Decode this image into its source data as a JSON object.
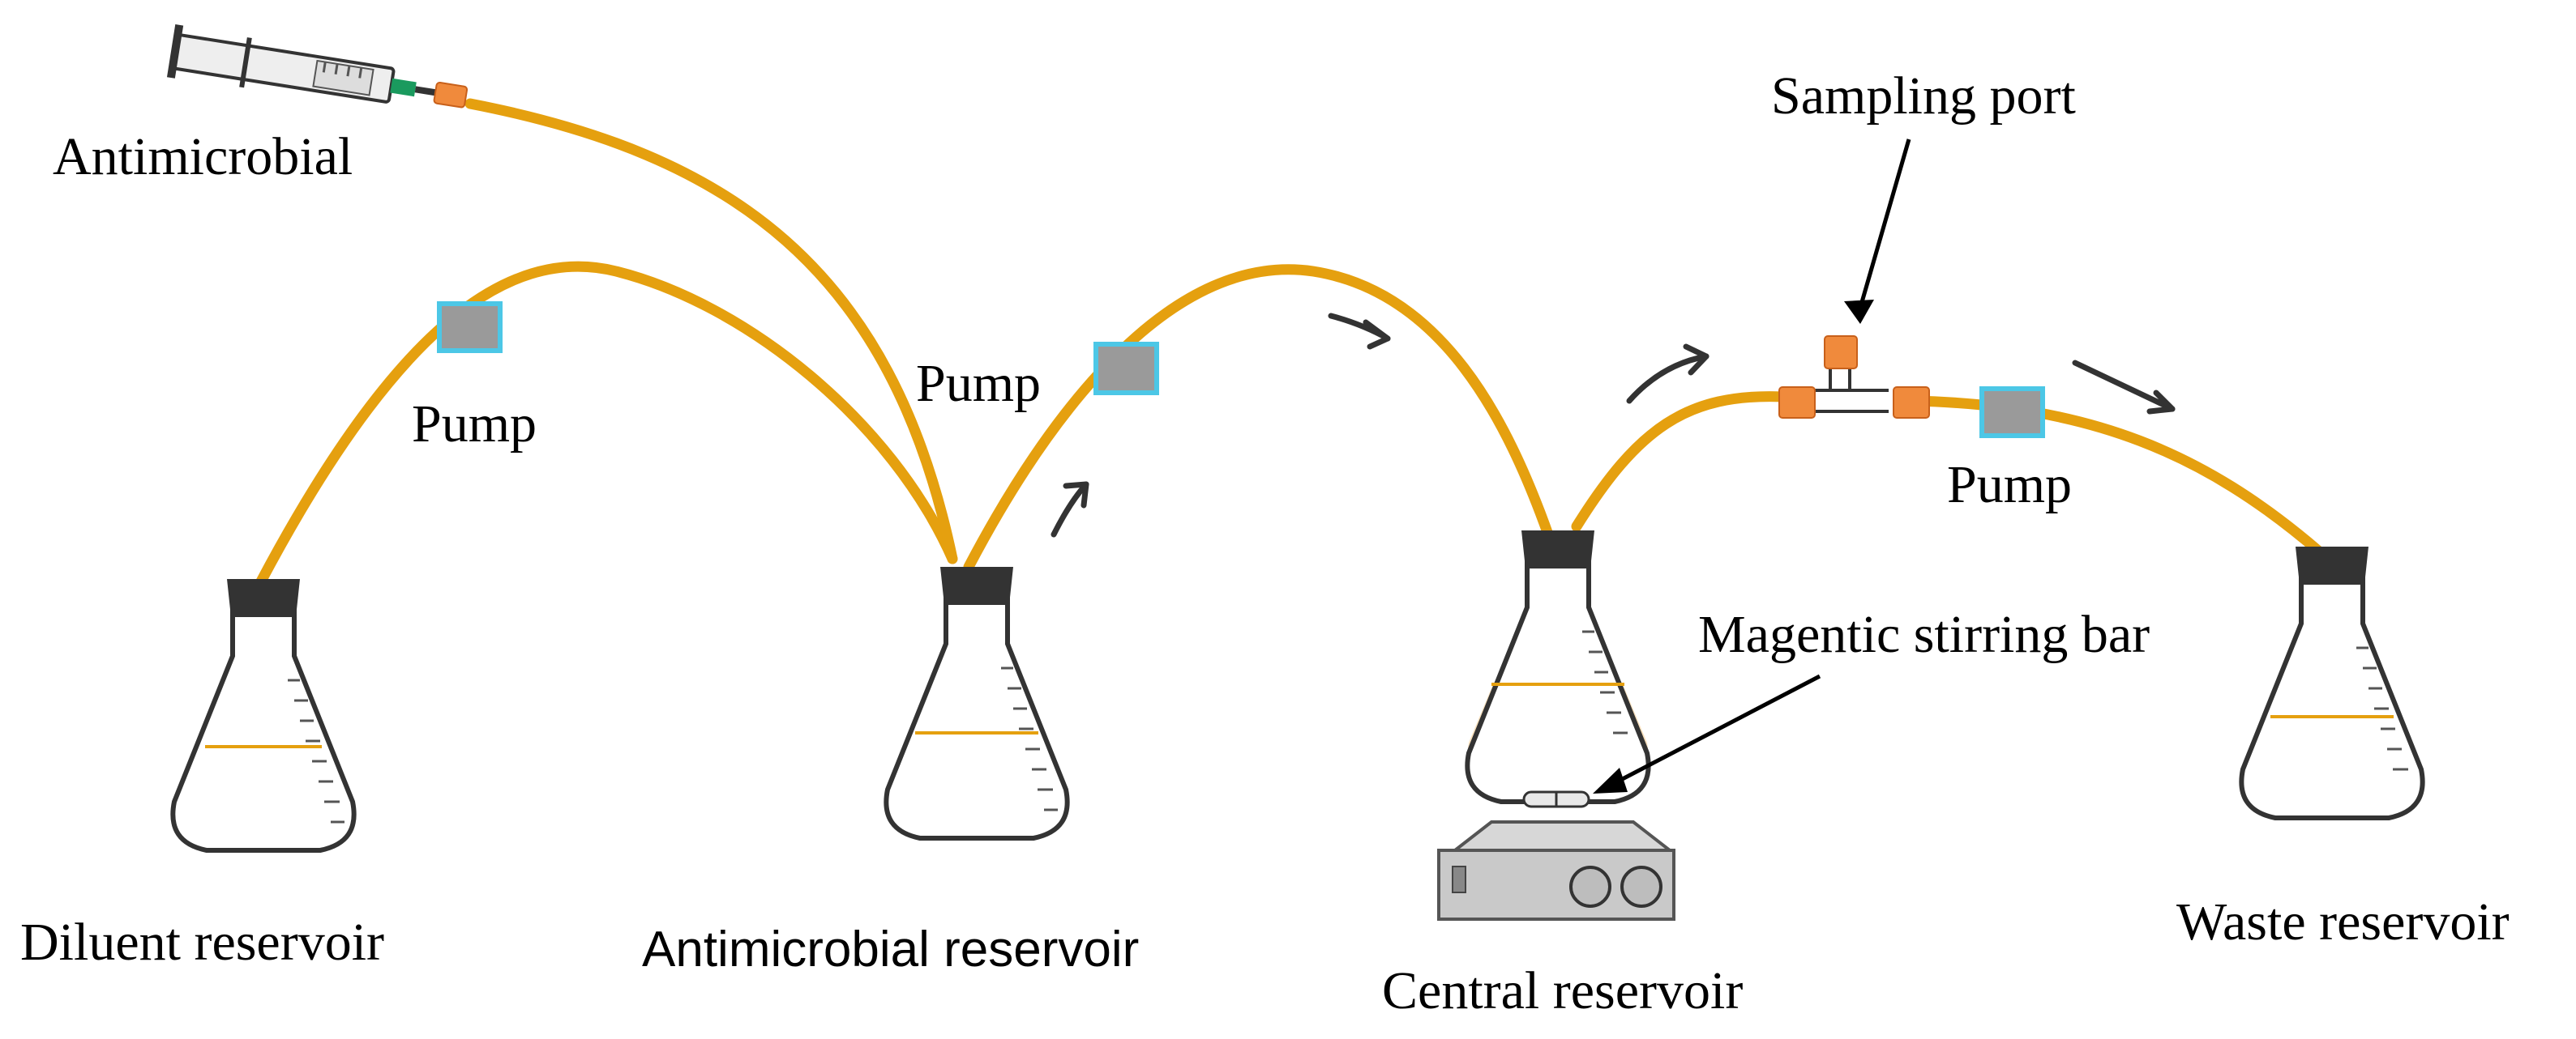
{
  "labels": {
    "antimicrobial": "Antimicrobial",
    "pump_1": "Pump",
    "pump_2": "Pump",
    "pump_3": "Pump",
    "sampling_port": "Sampling port",
    "stirring_bar": "Magentic stirring bar",
    "diluent_reservoir": "Diluent reservoir",
    "antimicrobial_reservoir": "Antimicrobial reservoir",
    "central_reservoir": "Central reservoir",
    "waste_reservoir": "Waste reservoir"
  },
  "colors": {
    "tubing": "#E5A00F",
    "liquid": "#F9E1BE",
    "pump_fill": "#9A9A9A",
    "pump_border": "#4CC7E6",
    "connector": "#F08A3C",
    "stopper": "#333333"
  },
  "icons": [
    "syringe-icon",
    "flask-icon",
    "pump-icon",
    "arrow-icon",
    "stir-plate-icon",
    "stirring-bar-icon",
    "t-connector-icon"
  ]
}
